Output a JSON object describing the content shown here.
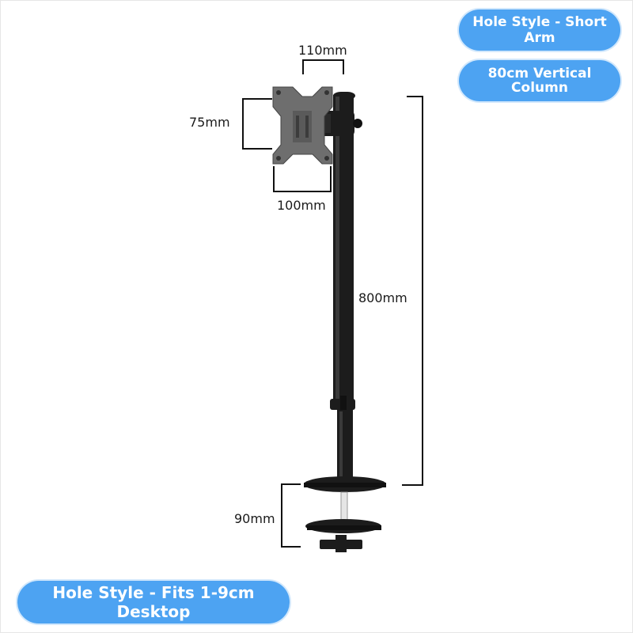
{
  "badges": {
    "top_short_arm": "Hole Style - Short Arm",
    "top_vertical_column": "80cm Vertical Column",
    "bottom_desktop_fit": "Hole Style - Fits 1-9cm Desktop"
  },
  "dimensions": {
    "vesa_width_top": "110mm",
    "vesa_height": "75mm",
    "vesa_width_bottom": "100mm",
    "column_height": "800mm",
    "clamp_depth": "90mm"
  },
  "colors": {
    "badge_blue": "#4da3f2",
    "product_black": "#1c1c1c",
    "plate_gray": "#6e6e6e"
  }
}
